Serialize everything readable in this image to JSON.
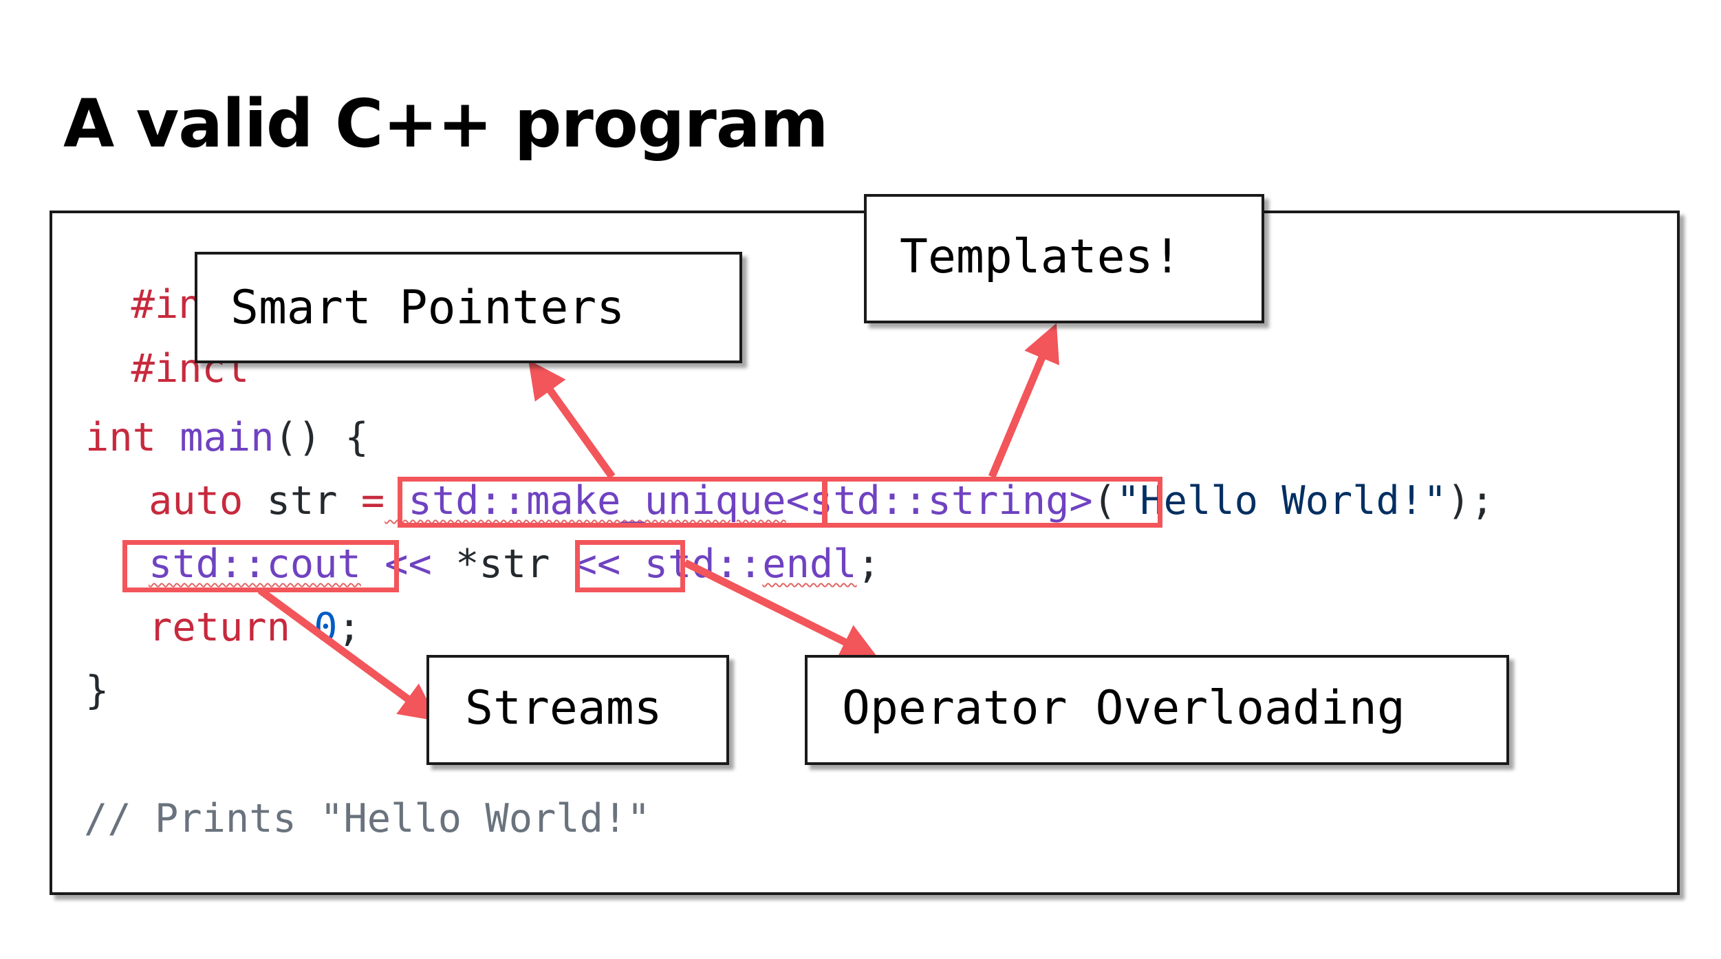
{
  "slide": {
    "title": "A valid C++ program"
  },
  "code": {
    "line1_directive": "#incl",
    "line2_directive": "#incl",
    "line3_keyword_int": "int",
    "line3_func_main": "main",
    "line3_rest": "() {",
    "line4_auto": "auto",
    "line4_str": " str ",
    "line4_eq": "=",
    "line4_make_unique": " std::make_unique",
    "line4_template": "<std::string>",
    "line4_open": "(",
    "line4_string": "\"Hello World!\"",
    "line4_close": ");",
    "line5_cout": "std::cout",
    "line5_op1": " << ",
    "line5_deref": "*str",
    "line5_op2": " << ",
    "line5_std": "std::",
    "line5_endl": "endl",
    "line5_semicolon": ";",
    "line6_return": "return",
    "line6_zero": "0",
    "line6_semicolon": ";",
    "line7_brace": "}",
    "line8_comment": "// Prints \"Hello World!\""
  },
  "callouts": {
    "smart_pointers": "Smart Pointers",
    "templates": "Templates!",
    "streams": "Streams",
    "operator_overloading": "Operator Overloading"
  },
  "colors": {
    "highlight": "#f2555a",
    "keyword": "#c7293d",
    "std_name": "#6f42c1",
    "string": "#032f62",
    "comment": "#6a737d",
    "number": "#005cc5"
  }
}
